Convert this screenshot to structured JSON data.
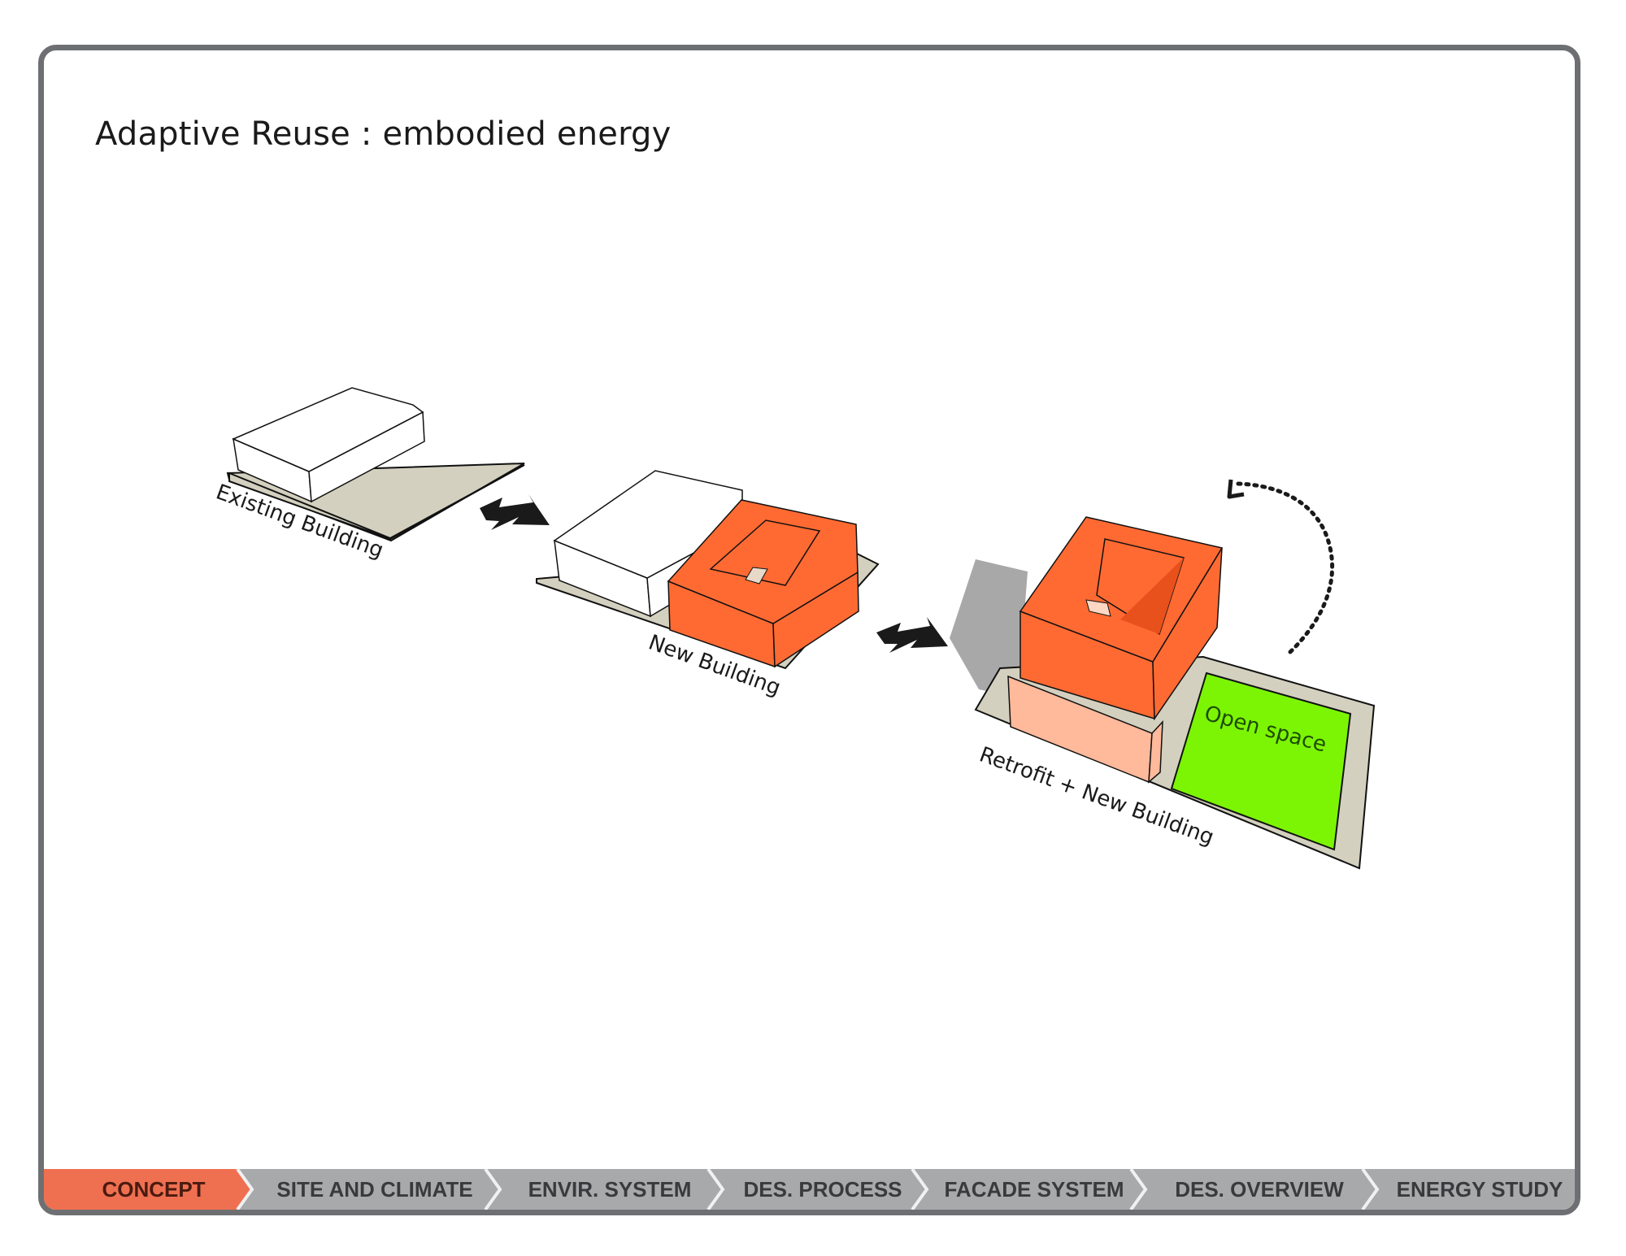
{
  "title": "Adaptive Reuse : embodied energy",
  "labels": {
    "existing": "Existing Building",
    "new": "New Building",
    "retrofit": "Retrofit + New Building",
    "open_space": "Open space"
  },
  "nav": {
    "tabs": [
      {
        "label": "CONCEPT",
        "active": true
      },
      {
        "label": "SITE AND CLIMATE",
        "active": false
      },
      {
        "label": "ENVIR. SYSTEM",
        "active": false
      },
      {
        "label": "DES. PROCESS",
        "active": false
      },
      {
        "label": "FACADE SYSTEM",
        "active": false
      },
      {
        "label": "DES. OVERVIEW",
        "active": false
      },
      {
        "label": "ENERGY STUDY",
        "active": false
      }
    ]
  },
  "colors": {
    "frame": "#6e6f72",
    "site": "#d3d0bf",
    "orange": "#ff6a33",
    "orange_light": "#ffb99b",
    "green": "#7cf505",
    "nav_bg": "#a7a9ab",
    "nav_active": "#ee7050",
    "arrow": "#1a1a1a"
  },
  "icons": {
    "arrow_right": "arrow-right-icon",
    "arrow_rotate": "dotted-rotate-arrow-icon"
  }
}
